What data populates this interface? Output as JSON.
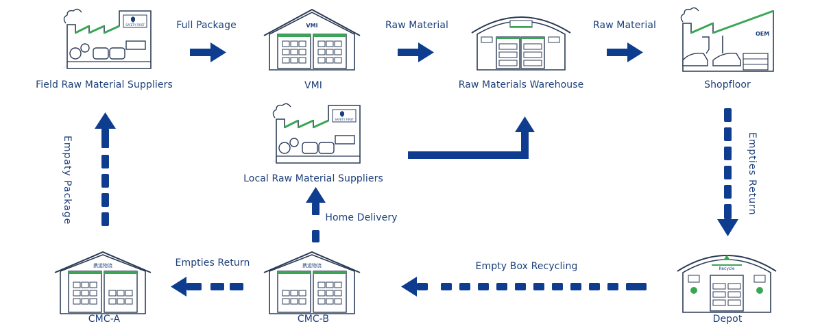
{
  "colors": {
    "arrow": "#0e3d8f",
    "outline": "#2b3b55",
    "accent_green": "#3aa655",
    "light_gray": "#e6e9ee",
    "text": "#1c3f7a"
  },
  "nodes": {
    "field_suppliers": {
      "label": "Field Raw Material Suppliers",
      "icon": "factory-icon",
      "sign": "SAFETY FIRST"
    },
    "vmi": {
      "label": "VMI",
      "icon": "warehouse-icon",
      "sign": "VMI"
    },
    "raw_warehouse": {
      "label": "Raw Materials Warehouse",
      "icon": "warehouse-icon"
    },
    "shopfloor": {
      "label": "Shopfloor",
      "icon": "assembly-plant-icon",
      "sign": "OEM"
    },
    "local_suppliers": {
      "label": "Local Raw Material Suppliers",
      "icon": "factory-icon",
      "sign": "SAFETY FIRST"
    },
    "cmc_a": {
      "label": "CMC-A",
      "icon": "warehouse-icon",
      "sign": "携运物流"
    },
    "cmc_b": {
      "label": "CMC-B",
      "icon": "warehouse-icon",
      "sign": "携运物流"
    },
    "depot": {
      "label": "Depot",
      "icon": "recycle-warehouse-icon",
      "sign": "Recycle"
    }
  },
  "flows": {
    "full_package": "Full Package",
    "raw_material_1": "Raw Material",
    "raw_material_2": "Raw Material",
    "empties_return_right": "Empties Return",
    "empty_box_recycling": "Empty Box Recycling",
    "empties_return_bottom": "Empties Return",
    "home_delivery": "Home Delivery",
    "empaty_package": "Empaty Package"
  }
}
